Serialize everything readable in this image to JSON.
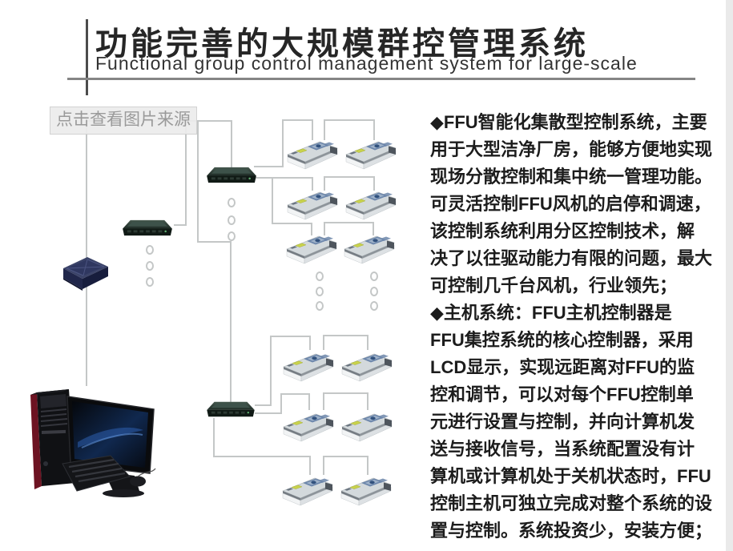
{
  "header": {
    "title_zh": "功能完善的大规模群控管理系统",
    "subtitle_en": "Functional group control management system for large-scale"
  },
  "tooltip": {
    "label": "点击查看图片来源"
  },
  "right_panel": {
    "lines": [
      "◆FFU智能化集散型控制系统，主要",
      "用于大型洁净厂房，能够方便地实现",
      "现场分散控制和集中统一管理功能。",
      "可灵活控制FFU风机的启停和调速，",
      "该控制系统利用分区控制技术，解",
      "决了以往驱动能力有限的问题，最大",
      "可控制几千台风机，行业领先；",
      "◆主机系统：FFU主机控制器是",
      "FFU集控系统的核心控制器，采用",
      "LCD显示，实现远距离对FFU的监",
      "控和调节，可以对每个FFU控制单",
      "元进行设置与控制，并向计算机发",
      "送与接收信号，当系统配置没有计",
      "算机或计算机处于关机状态时，FFU",
      "控制主机可独立完成对整个系统的设",
      "置与控制。系统投资少，安装方便；"
    ]
  },
  "diagram": {
    "icons": {
      "computer": "host-computer-icon",
      "converter": "converter-device-icon",
      "controller": "zone-controller-icon",
      "ffu": "ffu-unit-icon",
      "ellipsis": "more-items-dots"
    },
    "colors": {
      "connector_line": "#c4c7c7",
      "fan_blue": "#6c86ab",
      "controller_green": "#3d524a",
      "filter_yellow": "#c9d34c"
    }
  }
}
